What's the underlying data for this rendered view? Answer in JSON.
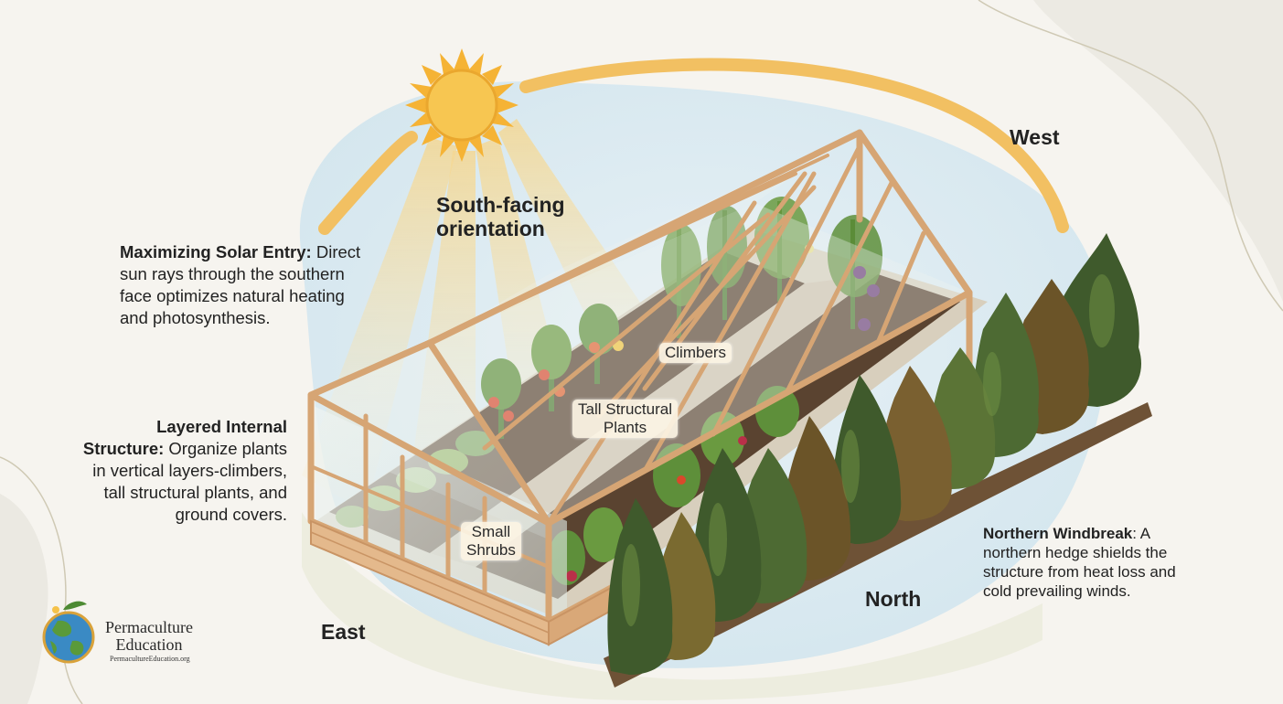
{
  "labels": {
    "west": "West",
    "east": "East",
    "north": "North",
    "south_line1": "South-facing",
    "south_line2": "orientation"
  },
  "notes": {
    "solar": {
      "title": "Maximizing Solar Entry:",
      "body_1": "Direct",
      "body_2": "sun rays through the southern",
      "body_3": "face optimizes natural heating",
      "body_4": "and photosynthesis."
    },
    "layered": {
      "title_1": "Layered Internal",
      "title_2": "Structure:",
      "body_1": "Organize plants",
      "body_2": "in vertical layers-climbers,",
      "body_3": "tall structural plants, and",
      "body_4": "ground covers."
    },
    "windbreak": {
      "title": "Northern Windbreak",
      "body_1": ": A",
      "body_2": "northern hedge shields the",
      "body_3": "structure from heat loss and",
      "body_4": "cold prevailing winds."
    }
  },
  "tags": {
    "climbers": "Climbers",
    "tall_1": "Tall Structural",
    "tall_2": "Plants",
    "shrubs_1": "Small",
    "shrubs_2": "Shrubs"
  },
  "logo": {
    "name_1": "Permaculture",
    "name_2": "Education",
    "url": "PermacultureEducation.org"
  },
  "colors": {
    "sun": "#f6c04a",
    "sun_arc": "#f2c062",
    "frame": "#d9a878",
    "hedge_dark": "#3f5a2c",
    "hedge_brown": "#6b5428",
    "sky": "#dcebf2"
  },
  "icons": [
    "sun-icon",
    "globe-icon"
  ]
}
